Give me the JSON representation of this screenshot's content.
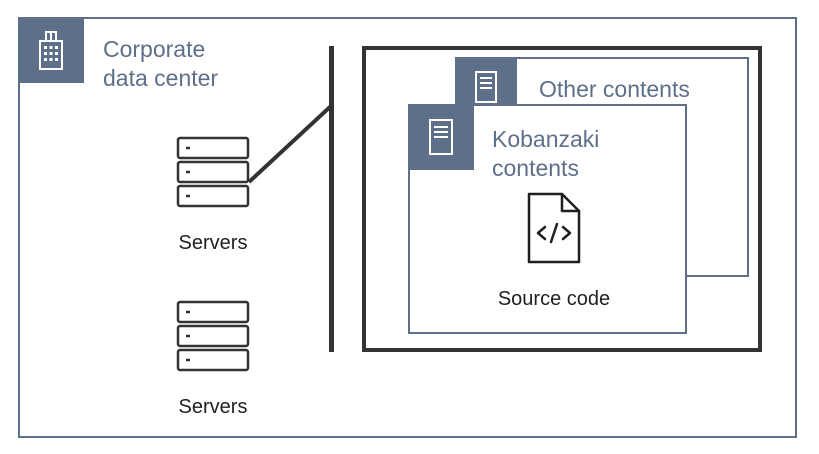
{
  "corporate": {
    "title_line1": "Corporate",
    "title_line2": "data center",
    "icon": "building-icon"
  },
  "servers": [
    {
      "label": "Servers",
      "icon": "server-rack-icon"
    },
    {
      "label": "Servers",
      "icon": "server-rack-icon"
    }
  ],
  "other_contents": {
    "title": "Other contents",
    "icon": "document-icon"
  },
  "kobanzaki_contents": {
    "title_line1": "Kobanzaki",
    "title_line2": "contents",
    "icon": "document-icon",
    "item_label": "Source code",
    "item_icon": "source-code-file-icon"
  },
  "colors": {
    "accent": "#5e6f8a",
    "frame": "#333333",
    "text": "#1f1f1f"
  }
}
